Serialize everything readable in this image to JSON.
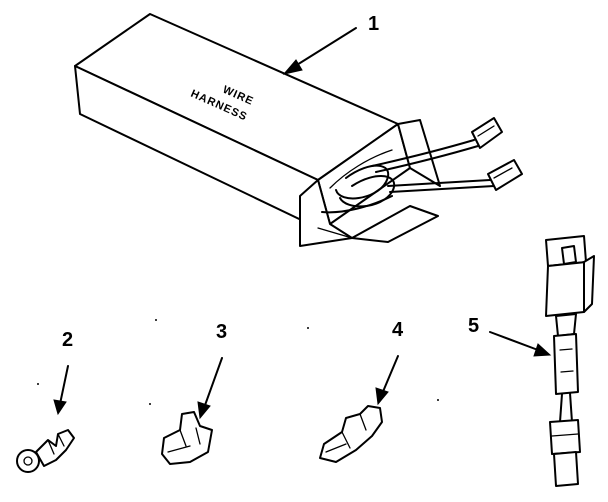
{
  "box_label": {
    "line1": "WIRE",
    "line2": "HARNESS"
  },
  "callouts": [
    {
      "id": "1",
      "label": "1"
    },
    {
      "id": "2",
      "label": "2"
    },
    {
      "id": "3",
      "label": "3"
    },
    {
      "id": "4",
      "label": "4"
    },
    {
      "id": "5",
      "label": "5"
    }
  ]
}
